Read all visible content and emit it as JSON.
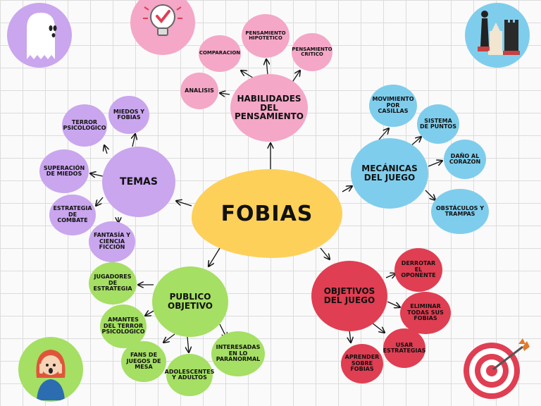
{
  "center": {
    "label": "FOBIAS"
  },
  "colors": {
    "center": "#fdd05a",
    "temas": "#c9a6ee",
    "habilidades": "#f4a7c6",
    "mecanicas": "#7fcdec",
    "publico": "#a5df63",
    "objetivos": "#e03e52"
  },
  "branches": {
    "habilidades": {
      "label": "HABILIDADES DEL PENSAMIENTO",
      "children": [
        "COMPARACION",
        "PENSAMIENTO HIPOTETICO",
        "PENSAMIENTO CRITICO",
        "ANALISIS"
      ]
    },
    "temas": {
      "label": "TEMAS",
      "children": [
        "MIEDOS Y FOBIAS",
        "TERROR PSICOLOGICO",
        "SUPERACIÓN DE MIEDOS",
        "ESTRATEGIA DE COMBATE",
        "FANTASÍA Y CIENCIA FICCIÓN"
      ]
    },
    "mecanicas": {
      "label": "MECÁNICAS DEL JUEGO",
      "children": [
        "MOVIMIENTO POR CASILLAS",
        "SISTEMA DE PUNTOS",
        "DAÑO AL CORAZON",
        "OBSTÁCULOS Y TRAMPAS"
      ]
    },
    "publico": {
      "label": "PUBLICO OBJETIVO",
      "children": [
        "JUGADORES DE ESTRATEGIA",
        "AMANTES DEL TERROR PSICOLOGICO",
        "FANS DE JUEGOS DE MESA",
        "ADOLESCENTES Y ADULTOS",
        "INTERESADAS EN LO PARANORMAL"
      ]
    },
    "objetivos": {
      "label": "OBJETIVOS DEL JUEGO",
      "children": [
        "DERROTAR EL OPONENTE",
        "ELIMINAR TODAS SUS FOBIAS",
        "USAR ESTRATEGIAS",
        "APRENDER SOBRE FOBIAS"
      ]
    }
  },
  "decorations": [
    "ghost-icon",
    "lightbulb-check-icon",
    "chess-pieces-icon",
    "scared-girl-icon",
    "target-arrow-icon"
  ]
}
